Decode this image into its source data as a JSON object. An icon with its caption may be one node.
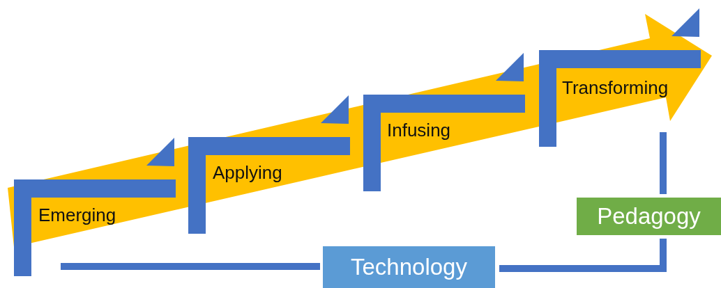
{
  "diagram": {
    "nodes": [
      {
        "text": [
          "Emerging"
        ]
      },
      {
        "text": [
          "Applying"
        ]
      },
      {
        "text": [
          "Infusing"
        ]
      },
      {
        "text": [
          "Transforming"
        ]
      },
      {
        "text": [
          "Technology"
        ]
      },
      {
        "text": [
          "Pedagogy"
        ]
      }
    ],
    "edges": [
      {
        "from": 4,
        "to": 5,
        "arrow": "none"
      },
      {
        "from": 0,
        "to": 4,
        "arrow": "none"
      },
      {
        "from": 5,
        "to": 3,
        "arrow": "none"
      }
    ]
  }
}
